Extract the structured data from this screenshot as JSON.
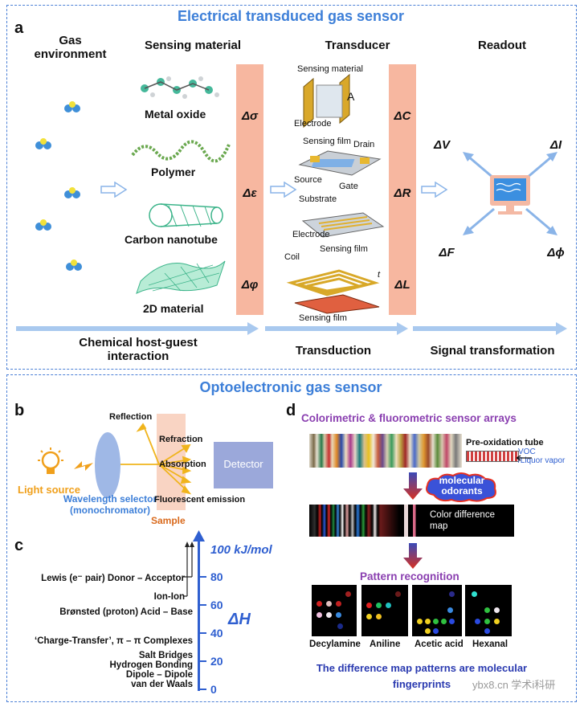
{
  "header_top": "Electrical transduced gas sensor",
  "header_bottom": "Optoelectronic gas sensor",
  "panel_labels": {
    "a": "a",
    "b": "b",
    "c": "c",
    "d": "d"
  },
  "panel_a": {
    "col_gas": "Gas environment",
    "col_sensing": "Sensing material",
    "col_transducer": "Transducer",
    "col_readout": "Readout",
    "materials": [
      "Metal oxide",
      "Polymer",
      "Carbon nanotube",
      "2D material"
    ],
    "deltas_left": [
      "Δσ",
      "Δε",
      "Δφ"
    ],
    "deltas_right": [
      "ΔC",
      "ΔR",
      "ΔL"
    ],
    "readout_deltas": [
      "ΔV",
      "ΔI",
      "ΔF",
      "Δϕ"
    ],
    "transducer_labels": {
      "sensing_material": "Sensing material",
      "a": "A",
      "electrode1": "Electrode",
      "sensing_film1": "Sensing film",
      "drain": "Drain",
      "source": "Source",
      "gate": "Gate",
      "substrate": "Substrate",
      "electrode2": "Electrode",
      "sensing_film2": "Sensing film",
      "coil": "Coil",
      "t": "t",
      "sensing_film3": "Sensing  film"
    },
    "stage_chemical": "Chemical host-guest interaction",
    "stage_transduction": "Transduction",
    "stage_signal": "Signal transformation"
  },
  "panel_b": {
    "reflection": "Reflection",
    "refraction": "Refraction",
    "absorption": "Absorption",
    "fluorescent": "Fluorescent emission",
    "detector": "Detector",
    "light_source": "Light source",
    "selector": "Wavelength selector (monochromator)",
    "sample": "Sample"
  },
  "panel_c": {
    "axis_title": "ΔH",
    "top_label": "100 kJ/mol",
    "ticks": [
      80,
      60,
      40,
      20,
      0
    ],
    "interactions": [
      "Lewis (e⁻ pair) Donor – Acceptor",
      "Ion-Ion",
      "Brønsted (proton) Acid – Base",
      "‘Charge-Transfer’, π – π Complexes",
      "Salt Bridges",
      "Hydrogen Bonding",
      "Dipole – Dipole",
      "van der Waals"
    ]
  },
  "panel_d": {
    "title": "Colorimetric & fluorometric sensor arrays",
    "pre_oxidation": "Pre-oxidation tube",
    "voc": "VOC",
    "liquor": "/Liquor vapor",
    "cloud": "molecular odorants",
    "color_diff": "Color difference map",
    "pattern": "Pattern recognition",
    "samples": [
      "Decylamine",
      "Aniline",
      "Acetic acid",
      "Hexanal"
    ],
    "caption": "The difference map patterns are molecular fingerprints",
    "watermark": "ybx8.cn 学术i科研"
  },
  "colors": {
    "accent": "#3d7fd8",
    "bar": "#f7b7a0",
    "purple": "#8a3fb0"
  }
}
